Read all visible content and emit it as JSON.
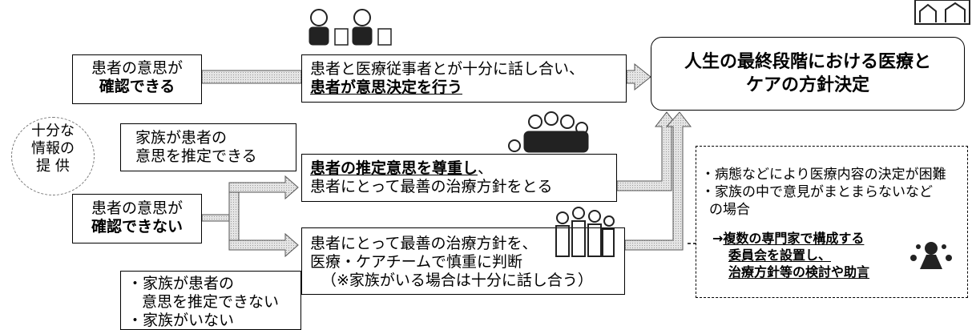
{
  "left_circle": {
    "line1": "十分な",
    "line2": "情報の",
    "line3": "提 供"
  },
  "patient_can_confirm": {
    "line1": "患者の意思が",
    "line2": "確認できる"
  },
  "discussion_box": {
    "line1": "患者と医療従事者とが十分に話し合い、",
    "line2": "患者が意思決定を行う"
  },
  "result_box": {
    "line1": "人生の最終段階における医療と",
    "line2": "ケアの方針決定"
  },
  "family_can_estimate": {
    "line1": "家族が患者の",
    "line2": "意思を推定できる"
  },
  "estimated_will_box": {
    "line1_underlined": "患者の推定意思を尊重し",
    "line1_tail": "、",
    "line2": "患者にとって最善の治療方針をとる"
  },
  "patient_cannot_confirm": {
    "line1": "患者の意思が",
    "line2": "確認できない"
  },
  "care_team_box": {
    "line1": "患者にとって最善の治療方針を、",
    "line2": "医療・ケアチームで慎重に判断",
    "line3": "（※家族がいる場合は十分に話し合う）"
  },
  "family_cannot": {
    "line1": "・家族が患者の",
    "line2": "意思を推定できない",
    "line3": "・家族がいない"
  },
  "committee_box": {
    "line1": "・病態などにより医療内容の決定が困難",
    "line2": "・家族の中で意見がまとまらないなど",
    "line3": "の場合",
    "arrow": "→",
    "line4": "複数の専門家で構成する",
    "line5": "委員会を設置し、",
    "line6": "治療方針等の検討や助言"
  },
  "colors": {
    "arrow_fill": "#d6d6d6",
    "border": "#000000",
    "icon": "#222222"
  }
}
